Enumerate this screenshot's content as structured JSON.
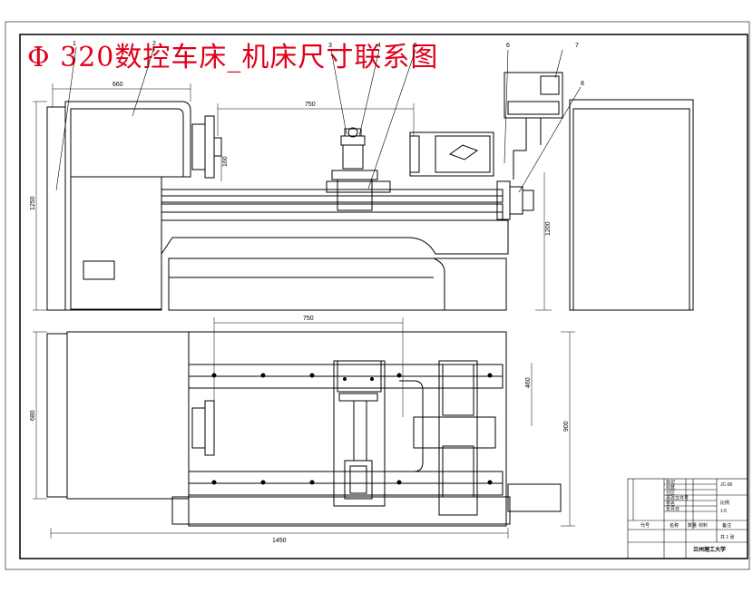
{
  "title": "Φ 320数控车床_机床尺寸联系图",
  "colors": {
    "title": "#e0001a",
    "line": "#000000",
    "paper": "#ffffff"
  },
  "part_labels": [
    "1",
    "2",
    "3",
    "4",
    "5",
    "6",
    "7",
    "8"
  ],
  "dimensions": {
    "headstock_width": "660",
    "travel_top": "750",
    "center_height": "160",
    "overall_height": "1250",
    "right_height": "1200",
    "travel_plan": "750",
    "plan_depth": "680",
    "cross_travel": "460",
    "plan_width_right": "900",
    "overall_length": "1450"
  },
  "title_block": {
    "school": "兰州理工大学",
    "labels": [
      "代号",
      "名称",
      "数量",
      "材料",
      "备注"
    ],
    "scale_label": "比例",
    "scale": "1:5",
    "drawing_no": "JC-00",
    "sheet": "共 1 张",
    "rows": [
      "标记",
      "处数",
      "分区",
      "更改文件号",
      "签名",
      "年月日"
    ]
  }
}
